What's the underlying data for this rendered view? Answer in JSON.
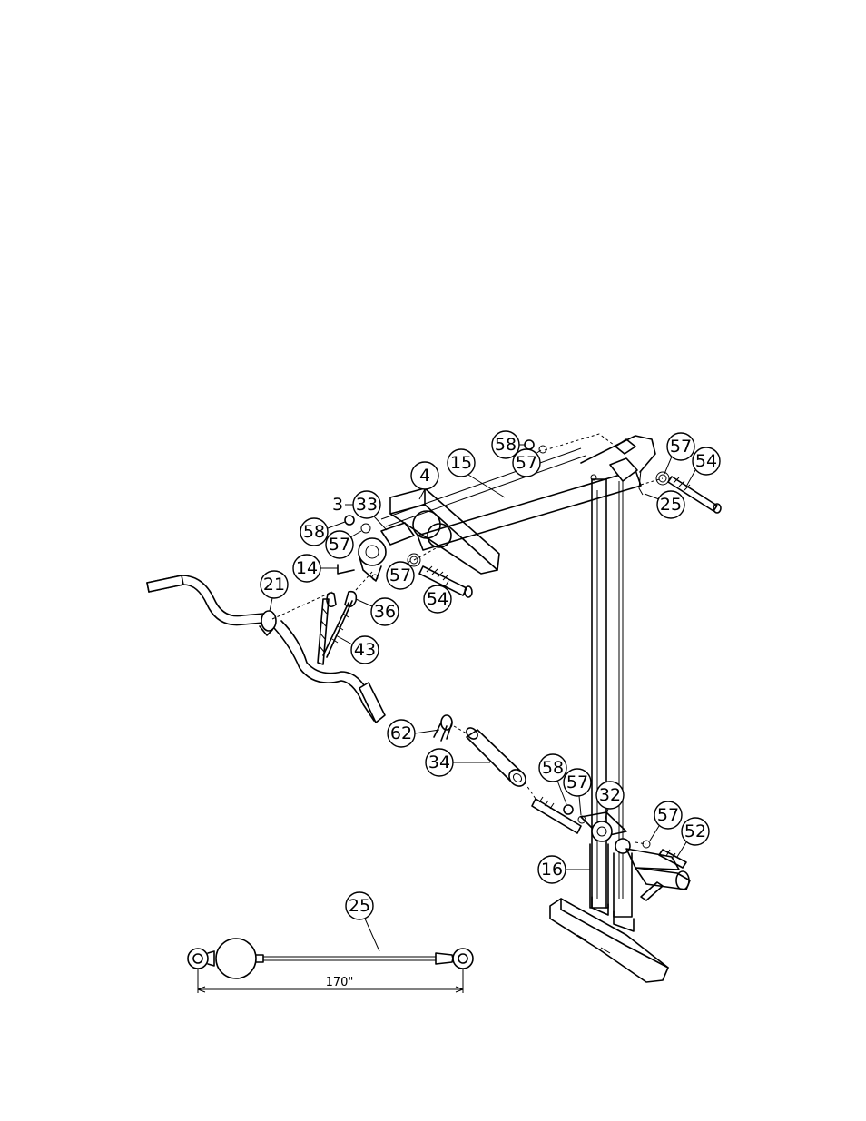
{
  "callouts": {
    "c58_top": "58",
    "c57_top": "57",
    "c57_right": "57",
    "c54_right": "54",
    "c25_top": "25",
    "c4": "4",
    "c15": "15",
    "c33": "33",
    "c58_left": "58",
    "c57_left": "57",
    "c14": "14",
    "c57_mid": "57",
    "c54_mid": "54",
    "c21": "21",
    "c36": "36",
    "c43": "43",
    "c62": "62",
    "c34": "34",
    "c58_low": "58",
    "c57_low": "57",
    "c32": "32",
    "c57_lowright": "57",
    "c52": "52",
    "c16": "16",
    "c25_detail": "25"
  },
  "qty_prefix": "3",
  "cable_detail": {
    "length_label": "170\""
  }
}
